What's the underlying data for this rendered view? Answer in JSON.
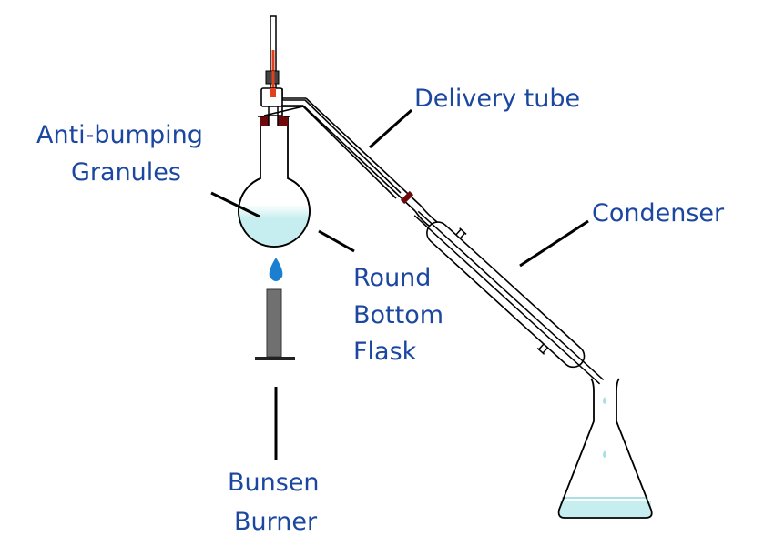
{
  "title": "Distillation apparatus",
  "labels": {
    "delivery_tube": "Delivery tube",
    "anti_bumping_1": "Anti-bumping",
    "anti_bumping_2": "Granules",
    "round_bottom_1": "Round",
    "round_bottom_2": "Bottom",
    "round_bottom_3": "Flask",
    "condenser": "Condenser",
    "bunsen_1": "Bunsen",
    "bunsen_2": "Burner"
  },
  "colors": {
    "label": "#1c47a0",
    "liquid": "#c6eef0",
    "rubber": "#6e0a0a",
    "mercury": "#e0401a",
    "flame": "#1a7fd0",
    "burner": "#707070"
  }
}
